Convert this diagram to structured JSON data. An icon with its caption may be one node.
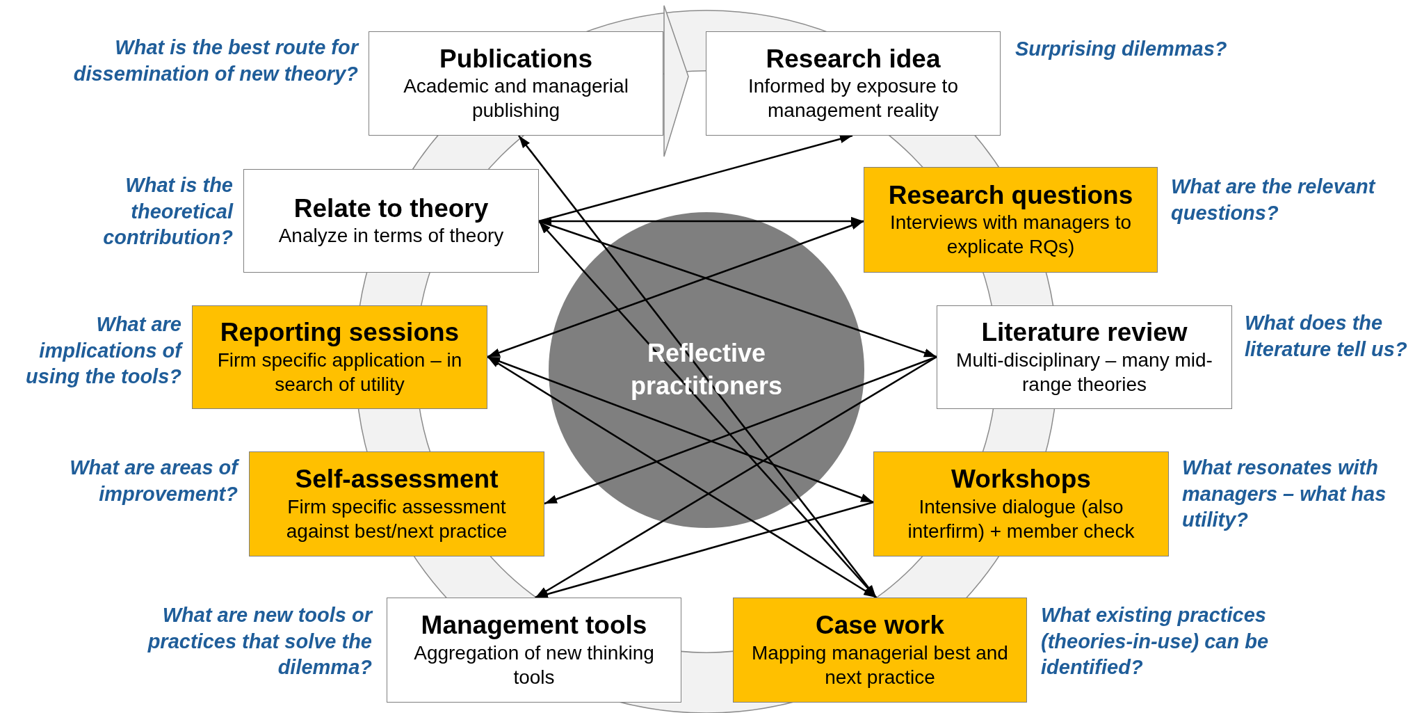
{
  "diagram": {
    "nodes": [
      {
        "text": [
          "Publications",
          "Academic and managerial publishing"
        ],
        "beside": [
          "What is the best route for dissemination of new theory?"
        ]
      },
      {
        "text": [
          "Research idea",
          "Informed by exposure to management reality"
        ],
        "beside": [
          "Surprising dilemmas?"
        ]
      },
      {
        "text": [
          "Relate to theory",
          "Analyze in terms of theory"
        ],
        "beside": [
          "What is the theoretical contribution?"
        ]
      },
      {
        "text": [
          "Research questions",
          "Interviews with managers to explicate RQs)"
        ],
        "beside": [
          "What are the relevant questions?"
        ]
      },
      {
        "text": [
          "Reporting sessions",
          "Firm specific application – in search of utility"
        ],
        "beside": [
          "What are implications of using the tools?"
        ]
      },
      {
        "text": [
          "Literature review",
          "Multi-disciplinary – many mid-range theories"
        ],
        "beside": [
          "What does the literature tell us?"
        ]
      },
      {
        "text": [
          "Self-assessment",
          "Firm specific assessment against best/next practice"
        ],
        "beside": [
          "What are areas of improvement?"
        ]
      },
      {
        "text": [
          "Workshops",
          "Intensive dialogue  (also interfirm) + member check"
        ],
        "beside": [
          "What resonates with managers – what has utility?"
        ]
      },
      {
        "text": [
          "Management tools",
          "Aggregation of new thinking tools"
        ],
        "beside": [
          "What are new tools or practices that solve the dilemma?"
        ]
      },
      {
        "text": [
          "Case work",
          "Mapping managerial best and next practice"
        ],
        "beside": [
          "What existing practices (theories-in-use) can be identified?"
        ]
      }
    ],
    "labels": [
      "Reflective practitioners"
    ],
    "edges": [
      {
        "from": 2,
        "to": 1,
        "arrow": "to"
      },
      {
        "from": 2,
        "to": 3,
        "arrow": "both"
      },
      {
        "from": 2,
        "to": 5,
        "arrow": "to"
      },
      {
        "from": 9,
        "to": 2,
        "arrow": "both"
      },
      {
        "from": 9,
        "to": 0,
        "arrow": "both"
      },
      {
        "from": 3,
        "to": 4,
        "arrow": "both"
      },
      {
        "from": 4,
        "to": 7,
        "arrow": "both"
      },
      {
        "from": 4,
        "to": 9,
        "arrow": "both"
      },
      {
        "from": 5,
        "to": 6,
        "arrow": "to"
      },
      {
        "from": 5,
        "to": 8,
        "arrow": "to"
      },
      {
        "from": 7,
        "to": 8,
        "arrow": "to"
      }
    ]
  }
}
